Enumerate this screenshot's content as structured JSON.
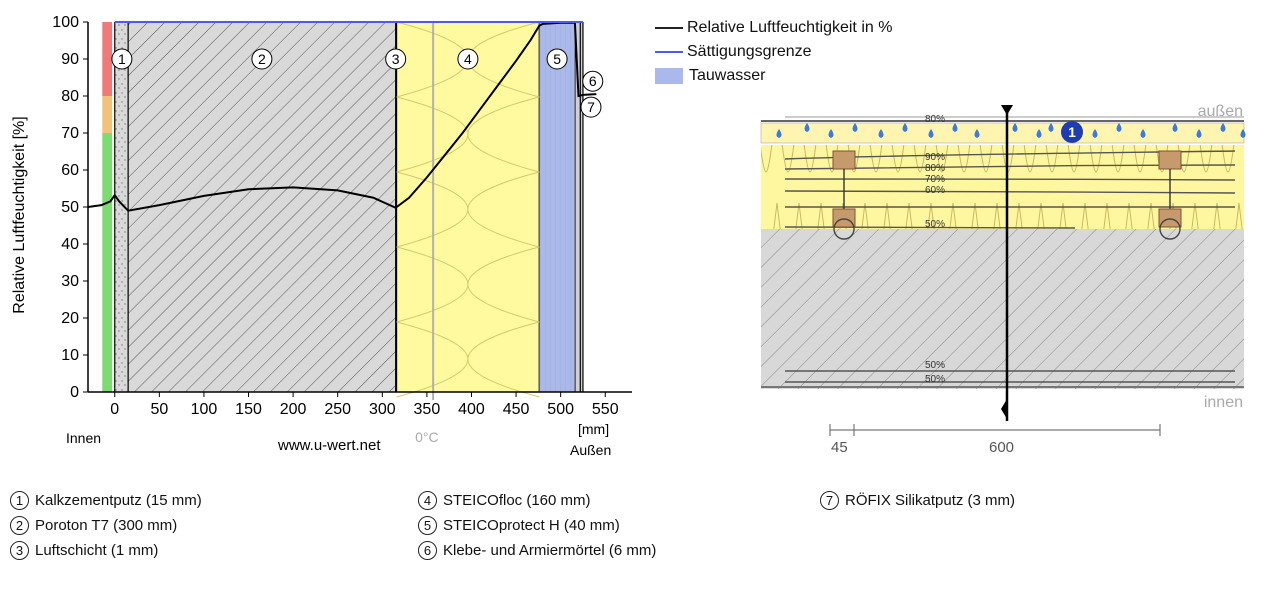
{
  "chart_data": {
    "type": "line",
    "ylabel": "Relative Luftfeuchtigkeit [%]",
    "x_unit": "[mm]",
    "x_ticks": [
      0,
      50,
      100,
      150,
      200,
      250,
      300,
      350,
      400,
      450,
      500,
      550
    ],
    "y_ticks": [
      0,
      10,
      20,
      30,
      40,
      50,
      60,
      70,
      80,
      90,
      100
    ],
    "xlim": [
      -30,
      580
    ],
    "ylim": [
      0,
      100
    ],
    "left_label": "Innen",
    "right_label": "Außen",
    "watermark": "www.u-wert.net",
    "zero_c_label": "0°C",
    "zero_c_position_mm": 357,
    "layer_bounds_mm": [
      0,
      15,
      315,
      316,
      476,
      516,
      522,
      525
    ],
    "layer_fills": [
      "#d9d9d9",
      "#d9d9d9",
      "#ffffff",
      "#fff9a0",
      "#a9b8e6",
      "#d0d0d0",
      "#d0d0d0"
    ],
    "layer_markers": [
      {
        "num": "1",
        "x_mm": 8,
        "y": 90
      },
      {
        "num": "2",
        "x_mm": 165,
        "y": 90
      },
      {
        "num": "3",
        "x_mm": 315,
        "y": 90
      },
      {
        "num": "4",
        "x_mm": 396,
        "y": 90
      },
      {
        "num": "5",
        "x_mm": 496,
        "y": 90
      },
      {
        "num": "6",
        "x_mm": 536,
        "y": 84
      },
      {
        "num": "7",
        "x_mm": 534,
        "y": 77
      }
    ],
    "comfort_bar": [
      {
        "from": 0,
        "to": 70,
        "color": "#7ddc6f"
      },
      {
        "from": 70,
        "to": 80,
        "color": "#f3c27a"
      },
      {
        "from": 80,
        "to": 100,
        "color": "#ee7a7a"
      }
    ],
    "series": [
      {
        "name": "Relative Luftfeuchtigkeit in %",
        "color": "#000000",
        "x": [
          -30,
          -15,
          -5,
          0,
          5,
          15,
          50,
          100,
          150,
          200,
          250,
          290,
          315,
          330,
          350,
          370,
          390,
          410,
          430,
          450,
          466,
          476,
          480,
          500,
          516,
          520,
          525,
          540
        ],
        "y": [
          50,
          50.5,
          51.5,
          53.2,
          51.5,
          49,
          50.5,
          53,
          54.8,
          55.3,
          54.5,
          52.5,
          49.8,
          52.5,
          58,
          64,
          70,
          76.5,
          83,
          89.5,
          95,
          99,
          99.5,
          99.8,
          99.8,
          80,
          80.3,
          80.5
        ]
      },
      {
        "name": "Sättigungsgrenze",
        "color": "#4a5cf0",
        "x": [
          0,
          525
        ],
        "y": [
          100,
          100
        ]
      }
    ],
    "condensation": {
      "name": "Tauwasser",
      "color": "#aab8ec",
      "x_from_mm": 476,
      "x_to_mm": 516
    }
  },
  "legend": [
    {
      "label": "Relative Luftfeuchtigkeit in %",
      "kind": "line",
      "color": "#222222"
    },
    {
      "label": "Sättigungsgrenze",
      "kind": "line",
      "color": "#4a5cf0"
    },
    {
      "label": "Tauwasser",
      "kind": "box",
      "color": "#aab8ec"
    }
  ],
  "wall_diagram": {
    "label_outside": "außen",
    "label_inside": "innen",
    "marker_number": "1",
    "upper_rh_labels": [
      "80%",
      "90%",
      "80%",
      "70%",
      "60%",
      "50%"
    ],
    "lower_rh_labels": [
      "50%",
      "50%"
    ],
    "dim_labels": [
      "45",
      "600"
    ]
  },
  "layers_legend": {
    "col1": [
      {
        "num": "1",
        "label": "Kalkzementputz (15 mm)"
      },
      {
        "num": "2",
        "label": "Poroton T7 (300 mm)"
      },
      {
        "num": "3",
        "label": "Luftschicht (1 mm)"
      }
    ],
    "col2": [
      {
        "num": "4",
        "label": "STEICOfloc (160 mm)"
      },
      {
        "num": "5",
        "label": "STEICOprotect H (40 mm)"
      },
      {
        "num": "6",
        "label": "Klebe- und Armiermörtel (6 mm)"
      }
    ],
    "col3": [
      {
        "num": "7",
        "label": "RÖFIX Silikatputz (3 mm)"
      }
    ]
  }
}
